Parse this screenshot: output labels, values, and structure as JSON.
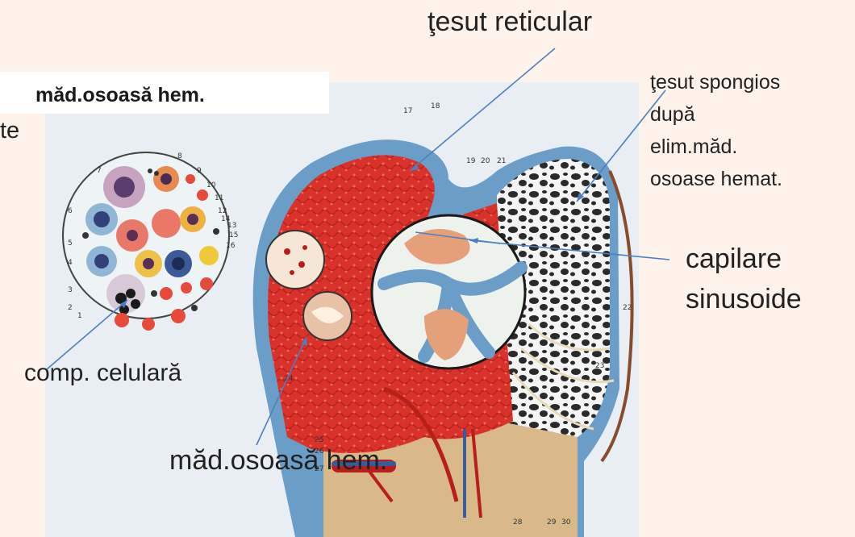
{
  "title_box": {
    "text": "măd.osoasă hem."
  },
  "labels": {
    "edge_fragment": "te",
    "tesut_reticular": "ţesut reticular",
    "tesut_spongios": [
      "ţesut spongios",
      "după",
      "elim.măd.",
      "osoase hemat."
    ],
    "capilare": [
      "capilare",
      "sinusoide"
    ],
    "comp_celulara": "comp. celulară",
    "mad_osoasa": "măd.osoasă hem."
  },
  "plate_numbers": [
    "1",
    "2",
    "3",
    "4",
    "5",
    "6",
    "7",
    "8",
    "9",
    "10",
    "11",
    "12",
    "13",
    "14",
    "15",
    "16",
    "17",
    "18",
    "19",
    "20",
    "21",
    "22",
    "23",
    "24",
    "25",
    "26",
    "27",
    "28",
    "29",
    "30"
  ],
  "colors": {
    "background": "#fdf3ea",
    "plate": "#e8eef3",
    "marrow_red": "#d8322a",
    "periosteum_blue": "#6a9ec8",
    "bone_beige": "#d9b98a",
    "arrow_blue": "#4a7fc1"
  }
}
